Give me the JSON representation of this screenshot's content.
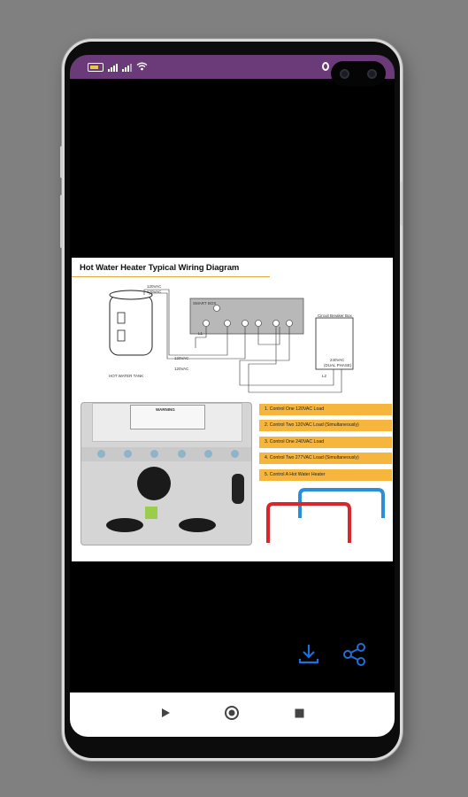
{
  "status_bar": {
    "battery_icon": "battery-icon",
    "signal_icons": [
      "signal-1-icon",
      "signal-2-icon"
    ],
    "wifi_icon": "wifi-icon"
  },
  "image": {
    "title": "Hot Water Heater Typical Wiring Diagram",
    "labels": {
      "smart_box": "SMART BOX",
      "circuit_breaker_box": "Circuit Breaker Box",
      "hot_water_tank": "HOT WATER TANK",
      "v120_a": "120VAC",
      "v120_b": "120VAC",
      "v120_c": "120VAC",
      "v120_d": "120VAC",
      "v240": "240VAC",
      "dual_phase": "(DUAL PHASE)",
      "l1": "L1",
      "l2": "L2",
      "warning": "WARNING"
    },
    "features": [
      "1. Control One 120VAC Load",
      "2. Control Two 120VAC Load (Simultaneously)",
      "3. Control One 240VAC Load",
      "4. Control Two 277VAC Load (Simultaneously)",
      "5. Control A Hot Water Heater"
    ]
  },
  "actions": {
    "download_icon": "download-icon",
    "share_icon": "share-icon",
    "accent_color": "#1e6fd9"
  },
  "nav": {
    "back_icon": "back-triangle-icon",
    "home_icon": "home-circle-icon",
    "recents_icon": "recents-square-icon"
  }
}
